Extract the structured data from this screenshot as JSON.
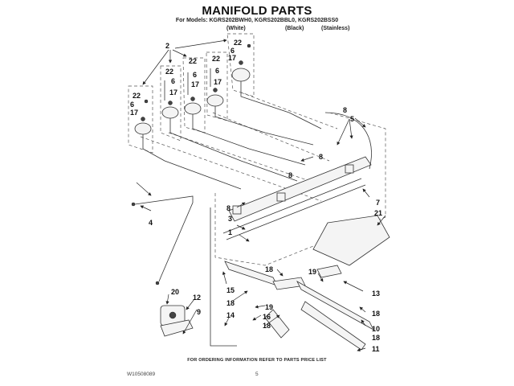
{
  "header": {
    "title": "MANIFOLD PARTS",
    "models": "For Models: KGRS202BWH0, KGRS202BBL0, KGRS202BSS0",
    "variants": [
      "(White)",
      "(Black)",
      "(Stainless)"
    ]
  },
  "callouts": {
    "c2": "2",
    "c22a": "22",
    "c6a": "6",
    "c17a": "17",
    "c22b": "22",
    "c6b": "6",
    "c17b": "17",
    "c22c": "22",
    "c6c": "6",
    "c17c": "17",
    "c22d": "22",
    "c6d": "6",
    "c17d": "17",
    "c22e": "22",
    "c6e": "6",
    "c17e": "17",
    "c8a": "8",
    "c5": "5",
    "c8b": "8",
    "c8c": "8",
    "c8d": "8",
    "c7": "7",
    "c21": "21",
    "c4": "4",
    "c3": "3",
    "c1": "1",
    "c20": "20",
    "c12": "12",
    "c9": "9",
    "c15": "15",
    "c18a": "18",
    "c14": "14",
    "c18b": "18",
    "c19a": "19",
    "c16": "16",
    "c18c": "18",
    "c19b": "19",
    "c13": "13",
    "c18d": "18",
    "c10": "10",
    "c18e": "18",
    "c11": "11"
  },
  "footer": {
    "ordering_note": "FOR ORDERING INFORMATION REFER TO PARTS PRICE LIST",
    "doc_number": "W10508089",
    "page_number": "5"
  }
}
